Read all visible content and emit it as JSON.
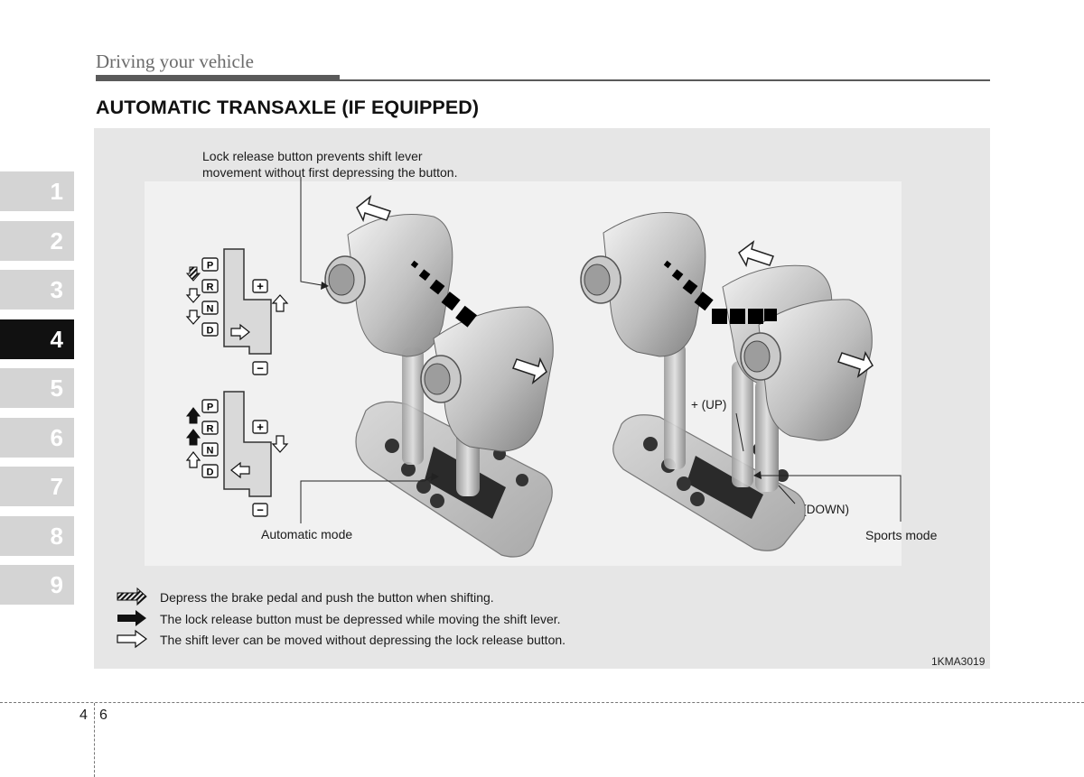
{
  "header": {
    "section_title": "Driving your vehicle",
    "page_heading": "AUTOMATIC TRANSAXLE (IF EQUIPPED)"
  },
  "chapter_tabs": [
    {
      "label": "1",
      "active": false
    },
    {
      "label": "2",
      "active": false
    },
    {
      "label": "3",
      "active": false
    },
    {
      "label": "4",
      "active": true
    },
    {
      "label": "5",
      "active": false
    },
    {
      "label": "6",
      "active": false
    },
    {
      "label": "7",
      "active": false
    },
    {
      "label": "8",
      "active": false
    },
    {
      "label": "9",
      "active": false
    }
  ],
  "figure": {
    "callout_lock_line1": "Lock release button prevents shift lever",
    "callout_lock_line2": "movement without first depressing the button.",
    "label_automatic": "Automatic mode",
    "label_sports": "Sports mode",
    "label_up": "+ (UP)",
    "label_down": "- (DOWN)",
    "gate_positions": [
      "P",
      "R",
      "N",
      "D"
    ],
    "plus_sign": "+",
    "minus_sign": "−",
    "figure_code": "1KMA3019"
  },
  "legend": [
    {
      "icon": "hatched-arrow-icon",
      "text": "Depress the brake pedal and push the button when shifting."
    },
    {
      "icon": "solid-arrow-icon",
      "text": "The lock release button must be depressed while moving the shift lever."
    },
    {
      "icon": "outline-arrow-icon",
      "text": "The shift lever can be moved without depressing the lock release button."
    }
  ],
  "footer": {
    "chapter_number": "4",
    "page_number": "6"
  },
  "colors": {
    "active_tab": "#111111",
    "inactive_tab": "#d4d4d4",
    "figure_bg": "#e6e6e6"
  }
}
